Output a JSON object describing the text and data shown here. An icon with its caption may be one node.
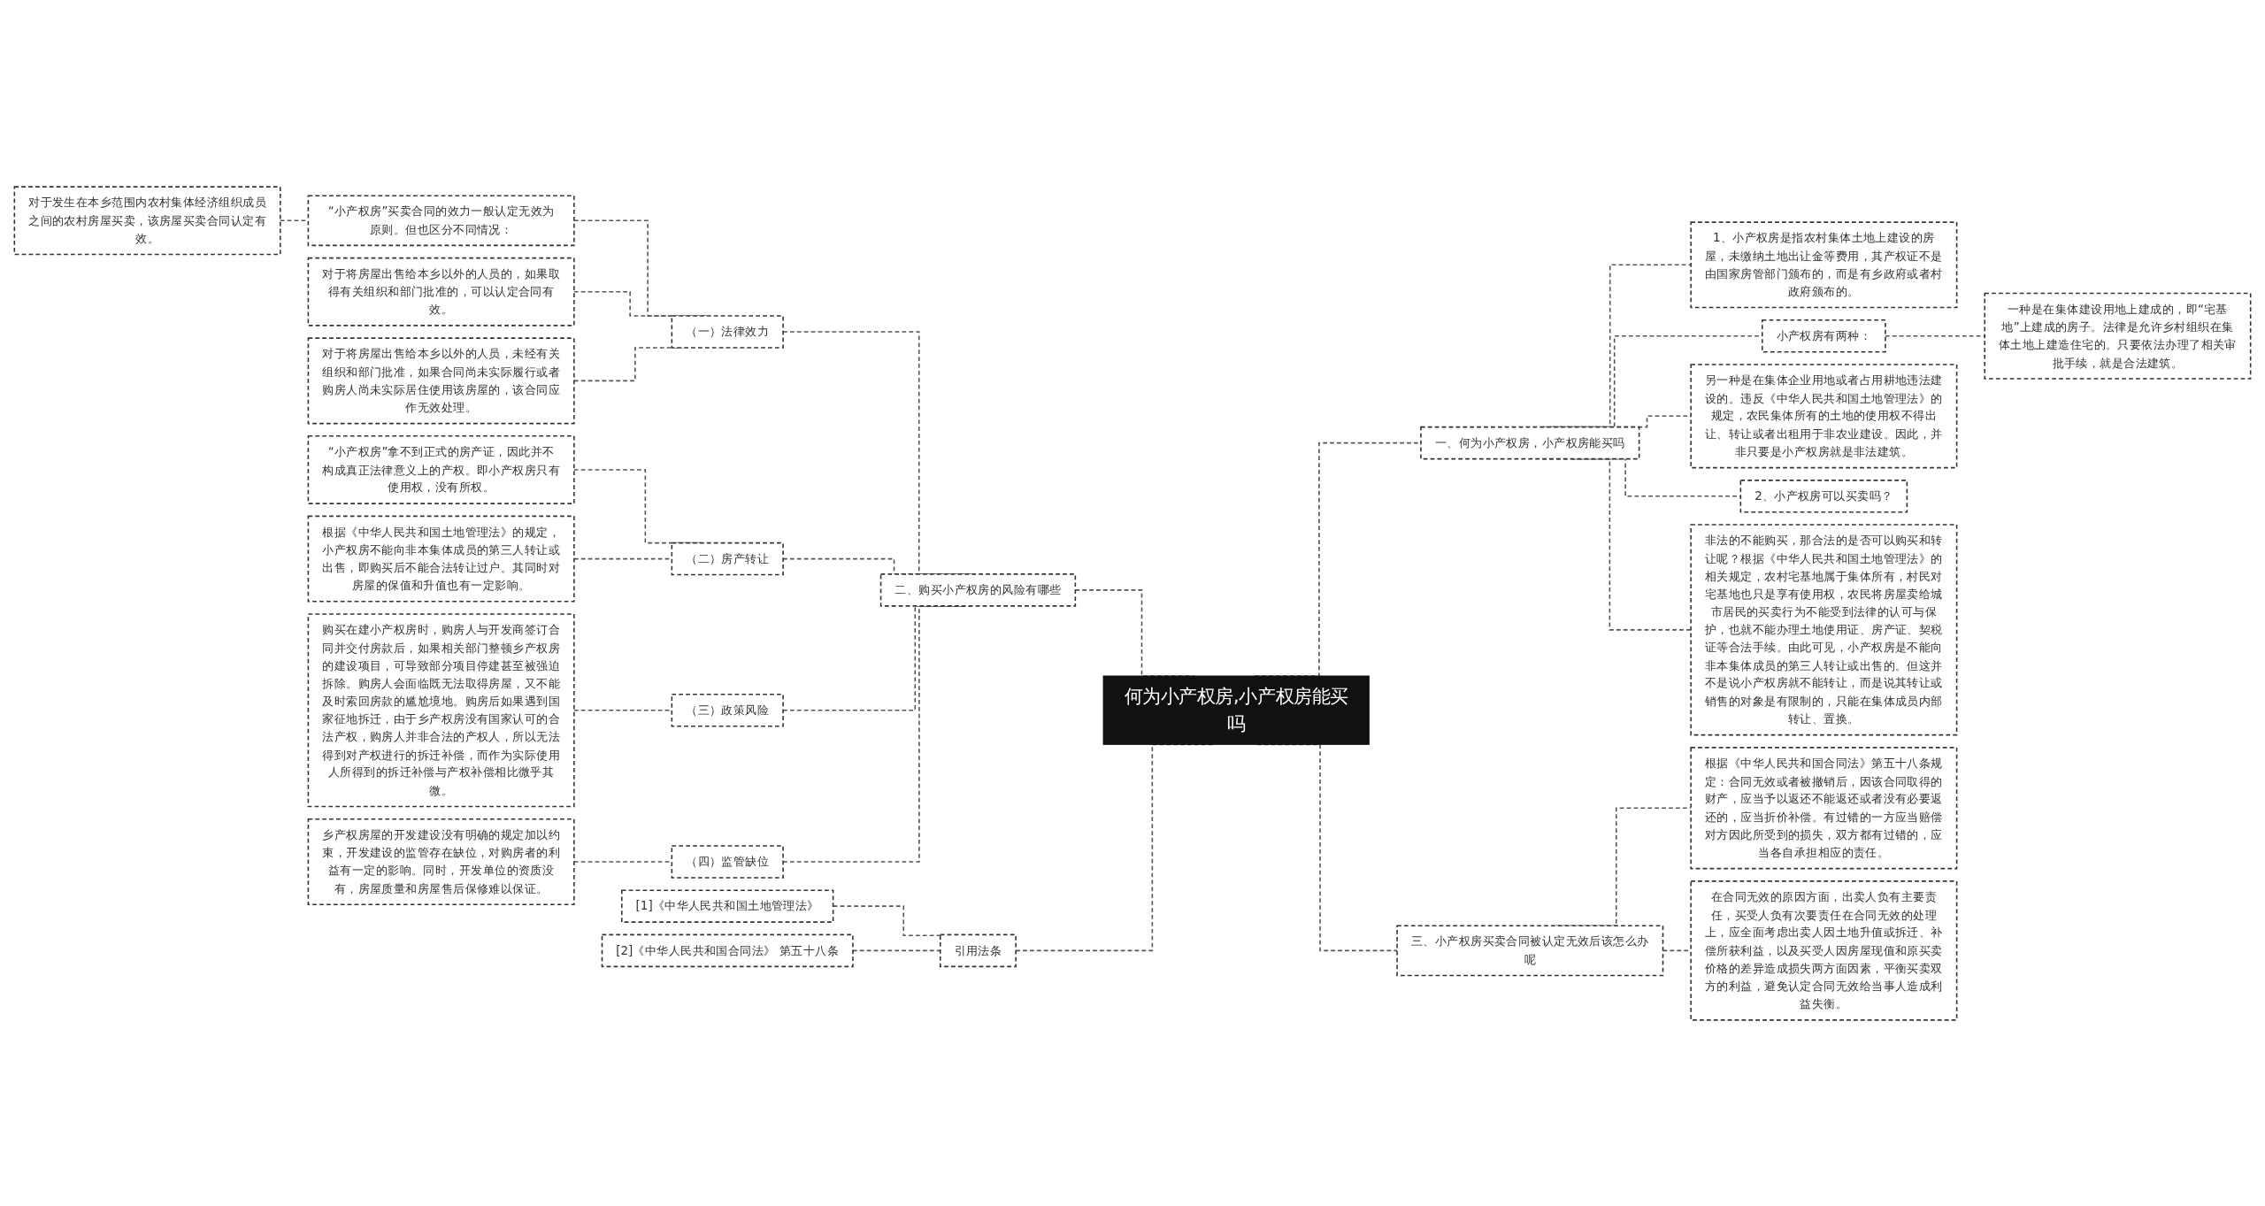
{
  "diagram": {
    "nodes": [
      {
        "text": [
          "何为小产权房,小产权房能买吗"
        ]
      },
      {
        "text": [
          "二、购买小产权房的风险有哪些"
        ]
      },
      {
        "text": [
          "（一）法律效力"
        ]
      },
      {
        "text": [
          "“小产权房”买卖合同的效力一般认定无效为原则。但也区分不同情况："
        ]
      },
      {
        "text": [
          "对于发生在本乡范围内农村集体经济组织成员之间的农村房屋买卖，该房屋买卖合同认定有效。"
        ]
      },
      {
        "text": [
          "对于将房屋出售给本乡以外的人员的，如果取得有关组织和部门批准的，可以认定合同有效。"
        ]
      },
      {
        "text": [
          "对于将房屋出售给本乡以外的人员，未经有关组织和部门批准，如果合同尚未实际履行或者购房人尚未实际居住使用该房屋的，该合同应作无效处理。"
        ]
      },
      {
        "text": [
          "（二）房产转让"
        ]
      },
      {
        "text": [
          "“小产权房”拿不到正式的房产证，因此并不构成真正法律意义上的产权。即小产权房只有使用权，没有所权。"
        ]
      },
      {
        "text": [
          "根据《中华人民共和国土地管理法》的规定，小产权房不能向非本集体成员的第三人转让或出售，即购买后不能合法转让过户。其同时对房屋的保值和升值也有一定影响。"
        ]
      },
      {
        "text": [
          "（三）政策风险"
        ]
      },
      {
        "text": [
          "购买在建小产权房时，购房人与开发商签订合同并交付房款后，如果相关部门整顿乡产权房的建设项目，可导致部分项目停建甚至被强迫拆除。购房人会面临既无法取得房屋，又不能及时索回房款的尴尬境地。购房后如果遇到国家征地拆迁，由于乡产权房没有国家认可的合法产权，购房人并非合法的产权人，所以无法得到对产权进行的拆迁补偿，而作为实际使用人所得到的拆迁补偿与产权补偿相比微乎其微。"
        ]
      },
      {
        "text": [
          "（四）监管缺位"
        ]
      },
      {
        "text": [
          "乡产权房屋的开发建设没有明确的规定加以约束，开发建设的监管存在缺位，对购房者的利益有一定的影响。同时，开发单位的资质没有，房屋质量和房屋售后保修难以保证。"
        ]
      },
      {
        "text": [
          "引用法条"
        ]
      },
      {
        "text": [
          "[1]《中华人民共和国土地管理法》"
        ]
      },
      {
        "text": [
          "[2]《中华人民共和国合同法》 第五十八条"
        ]
      },
      {
        "text": [
          "一、何为小产权房，小产权房能买吗"
        ]
      },
      {
        "text": [
          "1、小产权房是指农村集体土地上建设的房屋，未缴纳土地出让金等费用，其产权证不是由国家房管部门颁布的，而是有乡政府或者村政府颁布的。"
        ]
      },
      {
        "text": [
          "小产权房有两种："
        ]
      },
      {
        "text": [
          "一种是在集体建设用地上建成的，即“宅基地”上建成的房子。法律是允许乡村组织在集体土地上建造住宅的。只要依法办理了相关审批手续，就是合法建筑。"
        ]
      },
      {
        "text": [
          "另一种是在集体企业用地或者占用耕地违法建设的。违反《中华人民共和国土地管理法》的规定，农民集体所有的土地的使用权不得出让、转让或者出租用于非农业建设。因此，并非只要是小产权房就是非法建筑。"
        ]
      },
      {
        "text": [
          "2、小产权房可以买卖吗？"
        ]
      },
      {
        "text": [
          "非法的不能购买，那合法的是否可以购买和转让呢？根据《中华人民共和国土地管理法》的相关规定，农村宅基地属于集体所有，村民对宅基地也只是享有使用权，农民将房屋卖给城市居民的买卖行为不能受到法律的认可与保护，也就不能办理土地使用证、房产证、契税证等合法手续。由此可见，小产权房是不能向非本集体成员的第三人转让或出售的。但这并不是说小产权房就不能转让，而是说其转让或销售的对象是有限制的，只能在集体成员内部转让、置换。"
        ]
      },
      {
        "text": [
          "三、小产权房买卖合同被认定无效后该怎么办呢"
        ]
      },
      {
        "text": [
          "根据《中华人民共和国合同法》第五十八条规定：合同无效或者被撤销后，因该合同取得的财产，应当予以返还不能返还或者没有必要返还的，应当折价补偿。有过错的一方应当赔偿对方因此所受到的损失，双方都有过错的，应当各自承担相应的责任。"
        ]
      },
      {
        "text": [
          "在合同无效的原因方面，出卖人负有主要责任，买受人负有次要责任在合同无效的处理上，应全面考虑出卖人因土地升值或拆迁、补偿所获利益，以及买受人因房屋现值和原买卖价格的差异造成损失两方面因素，平衡买卖双方的利益，避免认定合同无效给当事人造成利益失衡。"
        ]
      }
    ],
    "edges": [
      {
        "from": 0,
        "to": 1,
        "arrow": "none",
        "style": "dashed"
      },
      {
        "from": 1,
        "to": 2,
        "arrow": "none",
        "style": "dashed"
      },
      {
        "from": 2,
        "to": 3,
        "arrow": "none",
        "style": "dashed"
      },
      {
        "from": 3,
        "to": 4,
        "arrow": "none",
        "style": "dashed"
      },
      {
        "from": 2,
        "to": 5,
        "arrow": "none",
        "style": "dashed"
      },
      {
        "from": 2,
        "to": 6,
        "arrow": "none",
        "style": "dashed"
      },
      {
        "from": 1,
        "to": 7,
        "arrow": "none",
        "style": "dashed"
      },
      {
        "from": 7,
        "to": 8,
        "arrow": "none",
        "style": "dashed"
      },
      {
        "from": 7,
        "to": 9,
        "arrow": "none",
        "style": "dashed"
      },
      {
        "from": 1,
        "to": 10,
        "arrow": "none",
        "style": "dashed"
      },
      {
        "from": 10,
        "to": 11,
        "arrow": "none",
        "style": "dashed"
      },
      {
        "from": 1,
        "to": 12,
        "arrow": "none",
        "style": "dashed"
      },
      {
        "from": 12,
        "to": 13,
        "arrow": "none",
        "style": "dashed"
      },
      {
        "from": 0,
        "to": 14,
        "arrow": "none",
        "style": "dashed"
      },
      {
        "from": 14,
        "to": 15,
        "arrow": "none",
        "style": "dashed"
      },
      {
        "from": 14,
        "to": 16,
        "arrow": "none",
        "style": "dashed"
      },
      {
        "from": 0,
        "to": 17,
        "arrow": "none",
        "style": "dashed"
      },
      {
        "from": 17,
        "to": 18,
        "arrow": "none",
        "style": "dashed"
      },
      {
        "from": 17,
        "to": 19,
        "arrow": "none",
        "style": "dashed"
      },
      {
        "from": 19,
        "to": 20,
        "arrow": "none",
        "style": "dashed"
      },
      {
        "from": 17,
        "to": 21,
        "arrow": "none",
        "style": "dashed"
      },
      {
        "from": 17,
        "to": 22,
        "arrow": "none",
        "style": "dashed"
      },
      {
        "from": 17,
        "to": 23,
        "arrow": "none",
        "style": "dashed"
      },
      {
        "from": 0,
        "to": 24,
        "arrow": "none",
        "style": "dashed"
      },
      {
        "from": 24,
        "to": 25,
        "arrow": "none",
        "style": "dashed"
      },
      {
        "from": 24,
        "to": 26,
        "arrow": "none",
        "style": "dashed"
      }
    ]
  }
}
